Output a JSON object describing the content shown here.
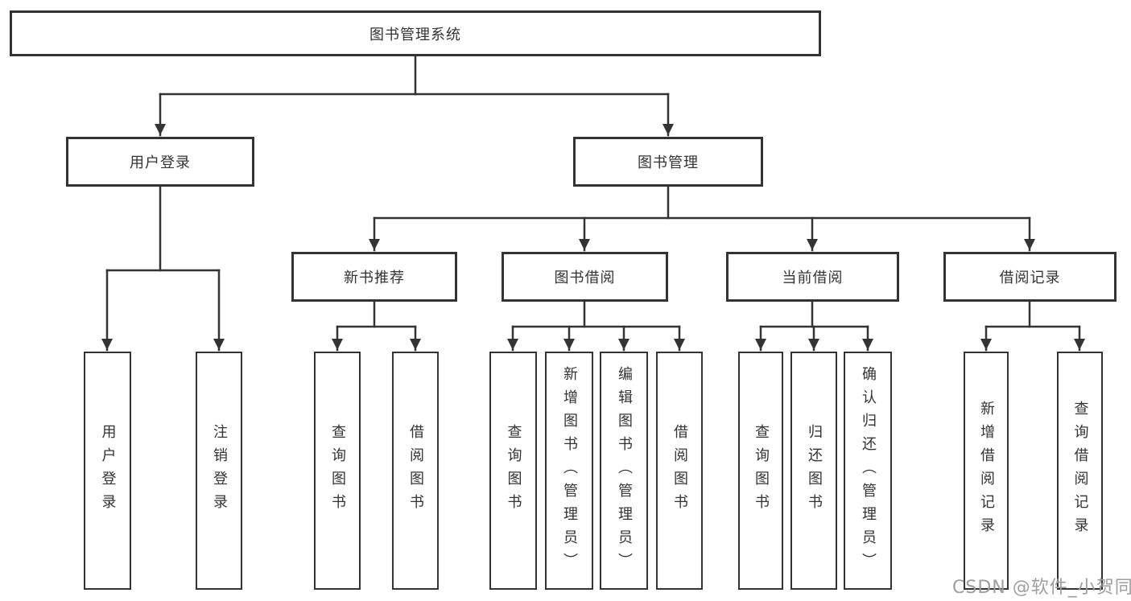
{
  "tree": {
    "label": "图书管理系统",
    "children": [
      {
        "label": "用户登录",
        "children": [
          {
            "label": "用户登录"
          },
          {
            "label": "注销登录"
          }
        ]
      },
      {
        "label": "图书管理",
        "children": [
          {
            "label": "新书推荐",
            "children": [
              {
                "label": "查询图书"
              },
              {
                "label": "借阅图书"
              }
            ]
          },
          {
            "label": "图书借阅",
            "children": [
              {
                "label": "查询图书"
              },
              {
                "label": "新增图书（管理员）"
              },
              {
                "label": "编辑图书（管理员）"
              },
              {
                "label": "借阅图书"
              }
            ]
          },
          {
            "label": "当前借阅",
            "children": [
              {
                "label": "查询图书"
              },
              {
                "label": "归还图书"
              },
              {
                "label": "确认归还（管理员）"
              }
            ]
          },
          {
            "label": "借阅记录",
            "children": [
              {
                "label": "新增借阅记录"
              },
              {
                "label": "查询借阅记录"
              }
            ]
          }
        ]
      }
    ]
  },
  "watermark": {
    "text": "CSDN @软件_小贺同学"
  },
  "colors": {
    "line": "#333333",
    "box_border": "#333333",
    "box_fill": "#ffffff",
    "text": "#333333",
    "watermark": "#9e9e9e",
    "background": "#ffffff"
  }
}
